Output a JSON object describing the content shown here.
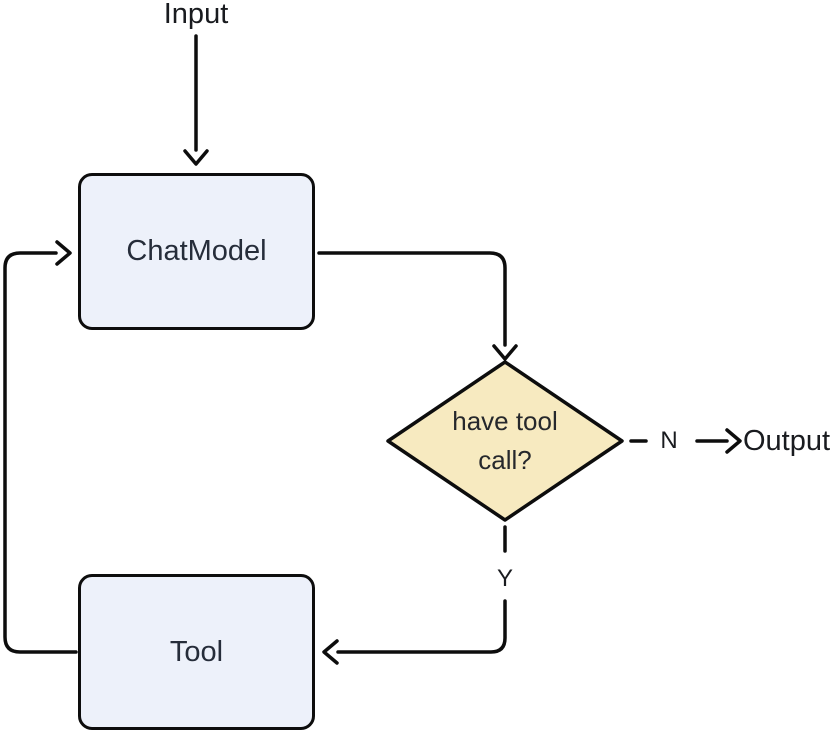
{
  "diagram": {
    "type": "flowchart",
    "nodes": {
      "input": {
        "label": "Input"
      },
      "chat_model": {
        "label": "ChatModel",
        "shape": "rounded-rect"
      },
      "decision": {
        "label": "have tool call?",
        "shape": "diamond"
      },
      "tool": {
        "label": "Tool",
        "shape": "rounded-rect"
      },
      "output": {
        "label": "Output"
      }
    },
    "edges": {
      "input_to_chat_model": {
        "label": ""
      },
      "chat_model_to_decision": {
        "label": ""
      },
      "decision_to_output": {
        "label": "N",
        "style": "dashed"
      },
      "decision_to_tool": {
        "label": "Y",
        "style": "dashed-then-solid"
      },
      "tool_to_chat_model": {
        "label": ""
      }
    },
    "colors": {
      "background": "#ffffff",
      "process_fill": "#edf1fa",
      "decision_fill": "#f7eac0",
      "line": "#0d0d0d",
      "node_text": "#262d3a",
      "decision_text": "#26282c",
      "label_text": "#191b1f"
    }
  }
}
